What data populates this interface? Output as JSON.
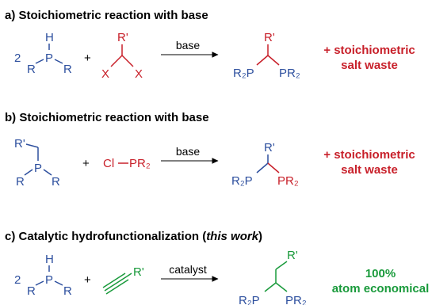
{
  "sections": {
    "a": {
      "title": "a) Stoichiometric reaction with base",
      "reagent": "base",
      "note1": "+ stoichiometric",
      "note2": "salt waste"
    },
    "b": {
      "title": "b) Stoichiometric reaction with base",
      "reagent": "base",
      "note1": "+ stoichiometric",
      "note2": "salt waste"
    },
    "c": {
      "title_prefix": "c) Catalytic hydrofunctionalization (",
      "title_emph": "this work",
      "title_suffix": ")",
      "reagent": "catalyst",
      "note1": "100%",
      "note2": "atom economical"
    }
  },
  "atoms": {
    "two": "2",
    "plus": "+",
    "P": "P",
    "H": "H",
    "R": "R",
    "Rp": "R'",
    "X": "X",
    "R2P": "R₂P",
    "PR2": "PR₂",
    "Cl": "Cl",
    "dash": "—"
  },
  "colors": {
    "phosphine": "#2d4f9e",
    "electrophile": "#c8202a",
    "alkyne": "#199a3b"
  }
}
